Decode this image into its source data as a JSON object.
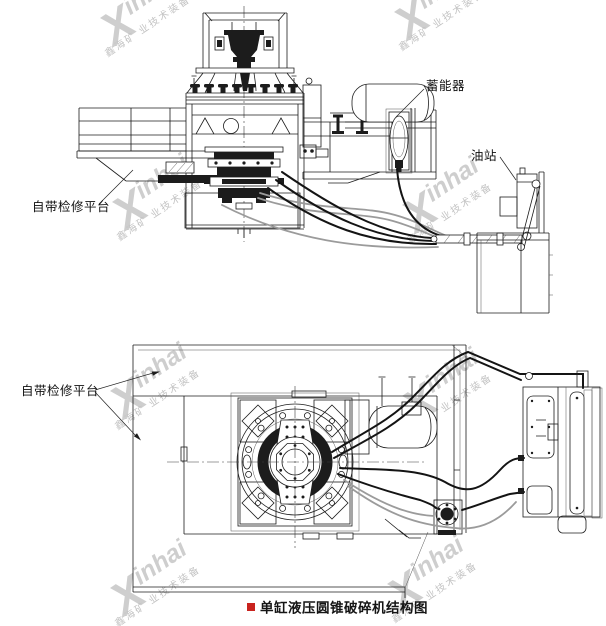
{
  "page": {
    "background": "#ffffff"
  },
  "caption": {
    "text": "单缸液压圆锥破碎机结构图",
    "bullet_color": "#c9231e"
  },
  "labels": {
    "maintenance_platform_top": "自带检修平台",
    "accumulator": "蓄能器",
    "oil_station": "油站",
    "maintenance_platform_plan": "自带检修平台"
  },
  "watermark": {
    "brand_initial": "X",
    "brand_rest": "inhai",
    "subtext": "鑫海矿 业技术装备",
    "color": "#c9c9c9",
    "subtext_color": "#bdbdbd"
  },
  "drawing": {
    "line_color": "#1c1c1c",
    "hose_light_color": "#9b9b9b"
  }
}
